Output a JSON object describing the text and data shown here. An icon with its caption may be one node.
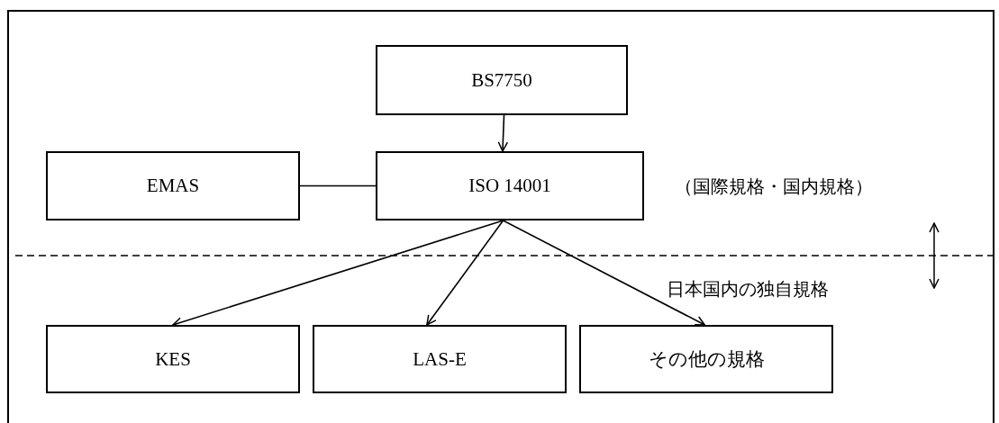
{
  "diagram": {
    "nodes": [
      {
        "text": [
          "BS7750"
        ]
      },
      {
        "text": [
          "EMAS"
        ]
      },
      {
        "text": [
          "ISO 14001"
        ]
      },
      {
        "text": [
          "KES"
        ]
      },
      {
        "text": [
          "LAS-E"
        ]
      },
      {
        "text": [
          "その他の規格"
        ]
      }
    ],
    "edges": [
      {
        "from": 0,
        "to": 2,
        "arrow": "to"
      },
      {
        "from": 1,
        "to": 2,
        "arrow": "none"
      },
      {
        "from": 2,
        "to": 3,
        "arrow": "to"
      },
      {
        "from": 2,
        "to": 4,
        "arrow": "to"
      },
      {
        "from": 2,
        "to": 5,
        "arrow": "to"
      }
    ],
    "labels": [
      "（国際規格・国内規格）",
      "日本国内の独自規格"
    ]
  }
}
